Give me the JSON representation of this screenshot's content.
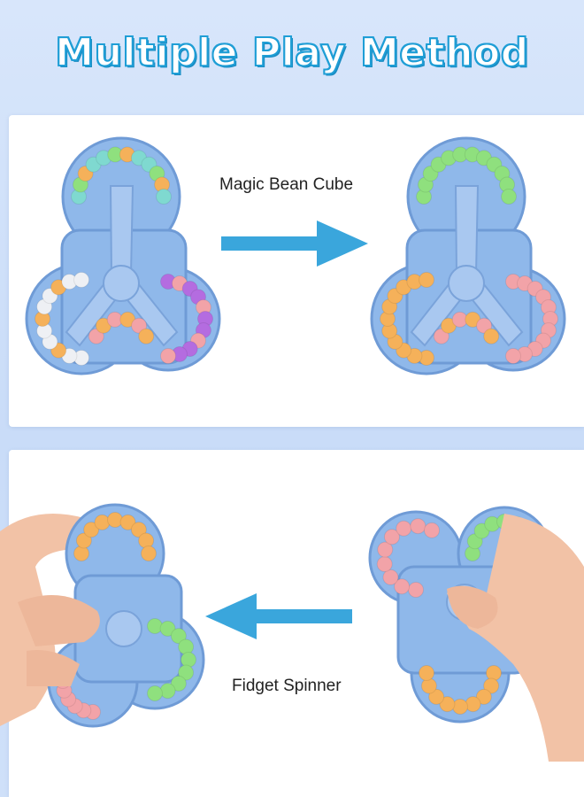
{
  "header": {
    "title": "Multiple Play Method"
  },
  "panels": {
    "magic_bean": {
      "caption": "Magic Bean Cube",
      "arrow_direction": "right",
      "arrow_color": "#3aa6dc"
    },
    "fidget_spinner": {
      "caption": "Fidget Spinner",
      "arrow_direction": "left",
      "arrow_color": "#3aa6dc"
    }
  },
  "colors": {
    "title_outline": "#1f9ed6",
    "toy_body": "#8fb8ea",
    "toy_edge": "#6f9bd6",
    "bead_orange": "#f5b15a",
    "bead_pink": "#f2a3a8",
    "bead_green": "#8fe07e",
    "bead_teal": "#7fd9d0",
    "bead_purple": "#b46ce0",
    "bead_white": "#eef0f4",
    "skin": "#f2c2a6"
  }
}
